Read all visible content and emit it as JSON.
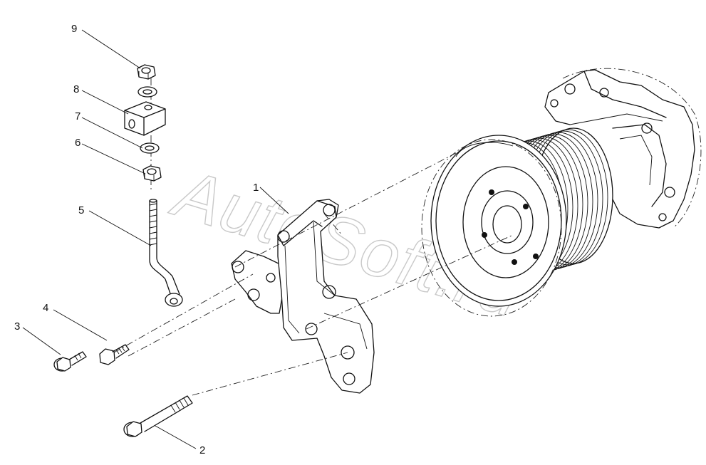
{
  "diagram": {
    "watermark": "AutoSoft.ru",
    "callouts": [
      {
        "id": "1",
        "label": "1"
      },
      {
        "id": "2",
        "label": "2"
      },
      {
        "id": "3",
        "label": "3"
      },
      {
        "id": "4",
        "label": "4"
      },
      {
        "id": "5",
        "label": "5"
      },
      {
        "id": "6",
        "label": "6"
      },
      {
        "id": "7",
        "label": "7"
      },
      {
        "id": "8",
        "label": "8"
      },
      {
        "id": "9",
        "label": "9"
      }
    ]
  }
}
